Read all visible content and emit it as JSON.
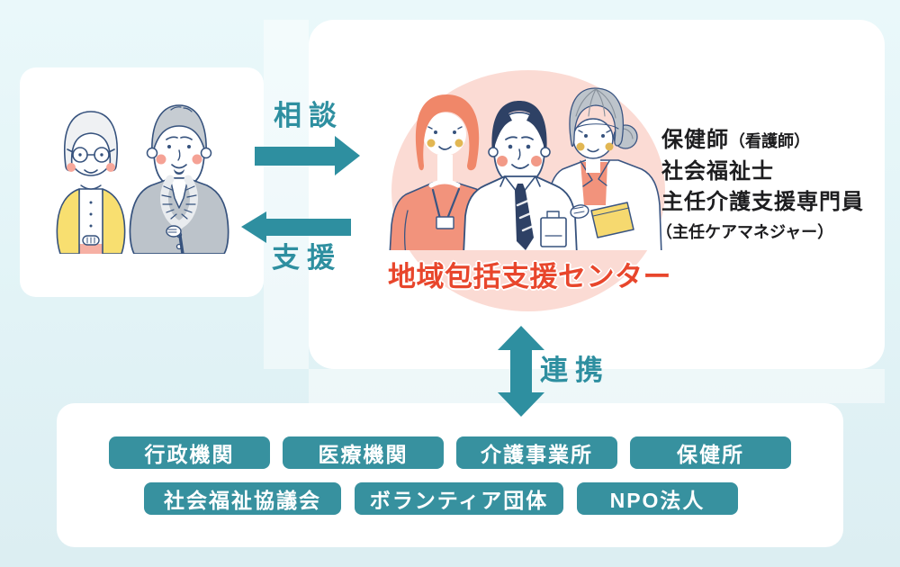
{
  "colors": {
    "teal": "#2e8fa0",
    "teal-btn": "#37919f",
    "red": "#e8462c",
    "pink": "#fbdbd4",
    "ink": "#1d1d1f",
    "navy": "#36527d",
    "bg-top": "#eaf8fa",
    "bg-bottom": "#dceef2"
  },
  "arrows": {
    "consult_label": "相談",
    "support_label": "支援",
    "cooperation_label": "連携"
  },
  "center": {
    "title": "地域包括支援センター",
    "roles": [
      {
        "main": "保健師",
        "sub": "（看護師）"
      },
      {
        "main": "社会福祉士",
        "sub": ""
      },
      {
        "main": "主任介護支援専門員",
        "sub": ""
      },
      {
        "main": "",
        "sub": "（主任ケアマネジャー）"
      }
    ]
  },
  "network": {
    "row1": [
      "行政機関",
      "医療機関",
      "介護事業所",
      "保健所"
    ],
    "row2": [
      "社会福祉協議会",
      "ボランティア団体",
      "NPO法人"
    ]
  },
  "illustrations": {
    "left": "elderly-couple",
    "center": "three-staff-members"
  }
}
